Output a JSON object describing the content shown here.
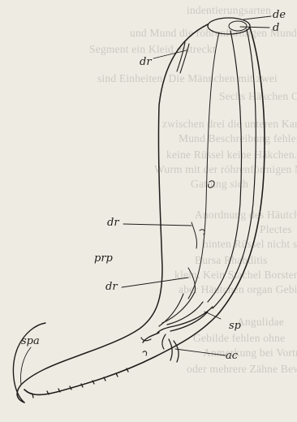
{
  "figure": {
    "labels": {
      "de": "de",
      "d": "d",
      "dr_top": "dr",
      "dr_mid": "dr",
      "prp": "prp",
      "dr_low": "dr",
      "sp": "sp",
      "spa": "spa",
      "ac": "ac"
    },
    "show_through_lines": [
      "indentierungsarten",
      "und Mund die röhrenförmigen Mund-",
      "Segment ein Kleid erstreckt",
      "sind Einheiten. Die Männchen mit zwei",
      "Sechs Häkchen Cephalodon-",
      "zwischen drei die unteren Kanten getrennten",
      "Mund Beschreibung fehlen. Keine ausser",
      "keine Rüssel keine Häkchen. Terateprintis",
      "Wurm mit der röhrenförmigen Mund-",
      "Gattung sich",
      "Anordnung des Häutchen ohne Bursa",
      "Plectes",
      "hinten Rüssel nicht sichtbar",
      "Bursa Rhabditis",
      "klein. Kein Stachel Borsten an",
      "aber Häutchen organ Gebilde",
      "Angulidae",
      "Gebilde fehlen ohne",
      "Anmerkung bei Vortragsweise",
      "oder mehrere Zähne Bewegung"
    ],
    "colors": {
      "paper": "#eeebe3",
      "ink": "#1f1d1a",
      "show_through": "#8a867d"
    }
  }
}
